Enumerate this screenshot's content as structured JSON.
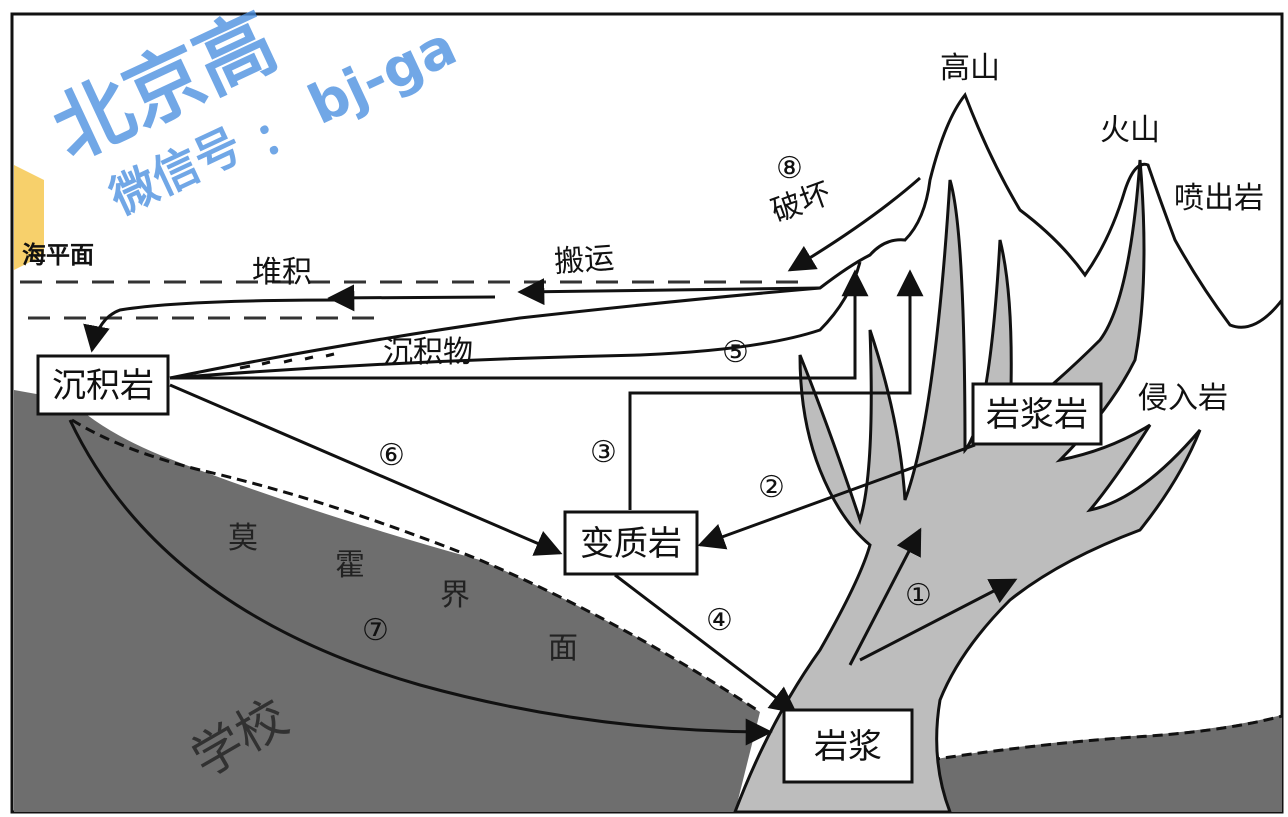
{
  "watermark": {
    "brand": "北京高",
    "handle_prefix": "微信号",
    "handle": "bj-ga",
    "colon": "：",
    "color": "#4a8fe0",
    "corner_school": "学校"
  },
  "rock_boxes": {
    "sedimentary": "沉积岩",
    "metamorphic": "变质岩",
    "igneous": "岩浆岩",
    "magma": "岩浆"
  },
  "labels": {
    "mountain": "高山",
    "volcano": "火山",
    "extrusive": "喷出岩",
    "intrusive": "侵入岩",
    "sea_level": "海平面",
    "deposition": "堆积",
    "transport": "搬运",
    "sediment": "沉积物",
    "weathering": "破坏"
  },
  "moho": [
    "莫",
    "霍",
    "界",
    "面"
  ],
  "process_numbers": {
    "p1": "①",
    "p2": "②",
    "p3": "③",
    "p4": "④",
    "p5": "⑤",
    "p6": "⑥",
    "p7": "⑦",
    "p8": "⑧"
  },
  "colors": {
    "crust": "#6e6e6e",
    "magma_body": "#bdbdbd",
    "outline": "#111111",
    "background": "#ffffff"
  }
}
